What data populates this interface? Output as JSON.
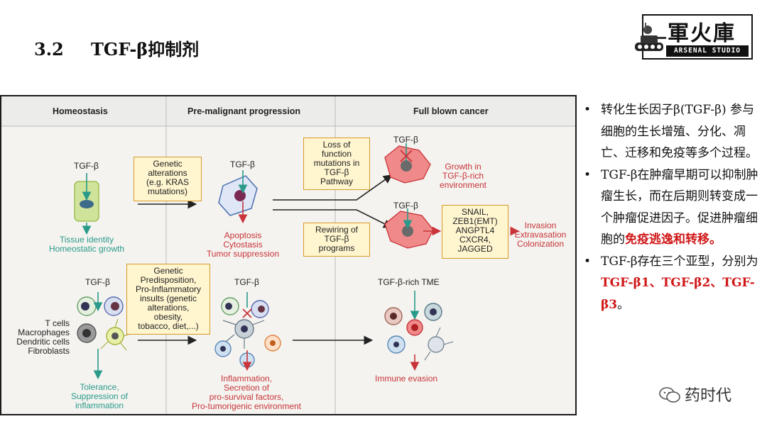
{
  "slide": {
    "section_number": "3.2",
    "section_title": "TGF-β抑制剂"
  },
  "logo": {
    "cn_text": "軍火庫",
    "en_text": "ARSENAL STUDIO"
  },
  "diagram": {
    "headers": [
      "Homeostasis",
      "Pre-malignant progression",
      "Full blown cancer"
    ],
    "top": {
      "tgf_home": "TGF-β",
      "home_outcome": [
        "Tissue identity",
        "Homeostatic growth"
      ],
      "box_genetic_alterations": [
        "Genetic",
        "alterations",
        "(e.g. KRAS",
        "mutations)"
      ],
      "tgf_premal": "TGF-β",
      "premal_outcome": [
        "Apoptosis",
        "Cytostasis",
        "Tumor suppression"
      ],
      "box_loss_function": [
        "Loss of",
        "function",
        "mutations in",
        "TGF-β",
        "Pathway"
      ],
      "tgf_cancer1": "TGF-β",
      "growth_env": [
        "Growth in",
        "TGF-β-rich",
        "environment"
      ],
      "box_rewiring": [
        "Rewiring of",
        "TGF-β",
        "programs"
      ],
      "tgf_cancer2": "TGF-β",
      "box_genes": [
        "SNAIL,",
        "ZEB1(EMT)",
        "ANGPTL4",
        "CXCR4,",
        "JAGGED"
      ],
      "invasion": [
        "Invasion",
        "Extravasation",
        "Colonization"
      ]
    },
    "bottom": {
      "tgf_home": "TGF-β",
      "cell_types": [
        "T cells",
        "Macrophages",
        "Dendritic cells",
        "Fibroblasts"
      ],
      "home_outcome": [
        "Tolerance,",
        "Suppression of",
        "inflammation"
      ],
      "box_predisposition": [
        "Genetic",
        "Predisposition,",
        "Pro-Inflammatory",
        "insults (genetic",
        "alterations,",
        "obesity,",
        "tobacco, diet,...)"
      ],
      "tgf_premal": "TGF-β",
      "premal_outcome": [
        "Inflammation,",
        "Secretion of",
        "pro-survival factors,",
        "Pro-tumorigenic environment"
      ],
      "tme_label": "TGF-β-rich TME",
      "cancer_outcome": "Immune evasion"
    }
  },
  "bullets": {
    "b1": "转化生长因子β(TGF-β) 参与细胞的生长增殖、分化、凋亡、迁移和免疫等多个过程。",
    "b2_pre": "TGF-β在肿瘤早期可以抑制肿瘤生长，而在后期则转变成一个肿瘤促进因子。促进肿瘤细胞的",
    "b2_hl": "免疫逃逸和转移。",
    "b3_pre": "TGF-β存在三个亚型，分别为",
    "b3_hl": "TGF-β1、TGF-β2、TGF-β3",
    "b3_post": "。",
    "bullet_char": "•"
  },
  "watermark": {
    "text": "药时代"
  },
  "colors": {
    "teal": "#2a9a8a",
    "red": "#c8343a",
    "box_border": "#d89a2a",
    "box_fill": "#fff5cf",
    "highlight": "#d01818"
  }
}
